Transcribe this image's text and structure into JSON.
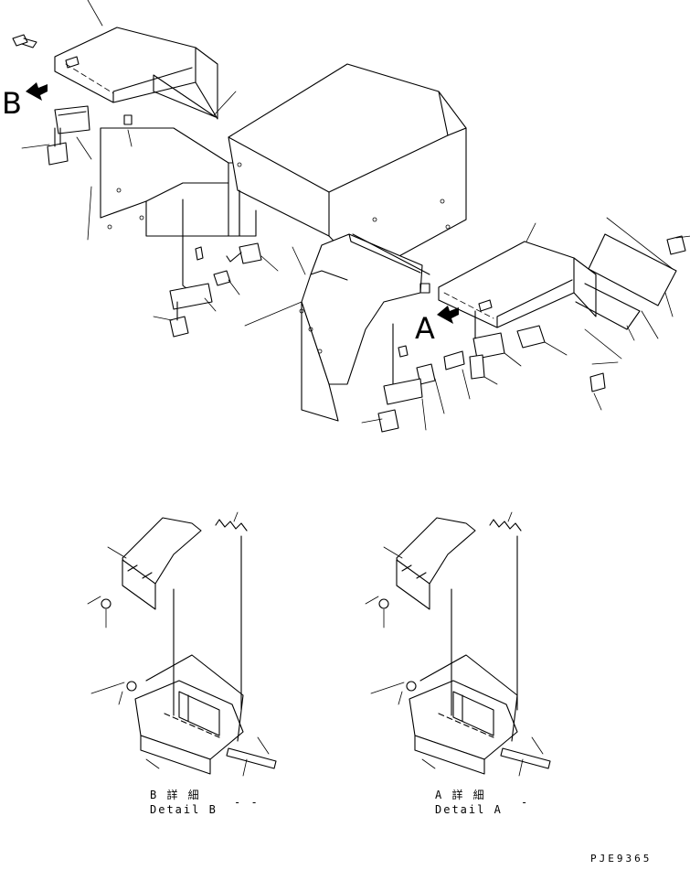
{
  "view_labels": {
    "top_left": "B",
    "right": "A"
  },
  "detail_b": {
    "title_jp": "B 詳 細",
    "title_en": "Detail B",
    "mark": "- -"
  },
  "detail_a": {
    "title_jp": "A 詳 細",
    "title_en": "Detail A",
    "mark": "-"
  },
  "drawing_code": "PJE9365"
}
